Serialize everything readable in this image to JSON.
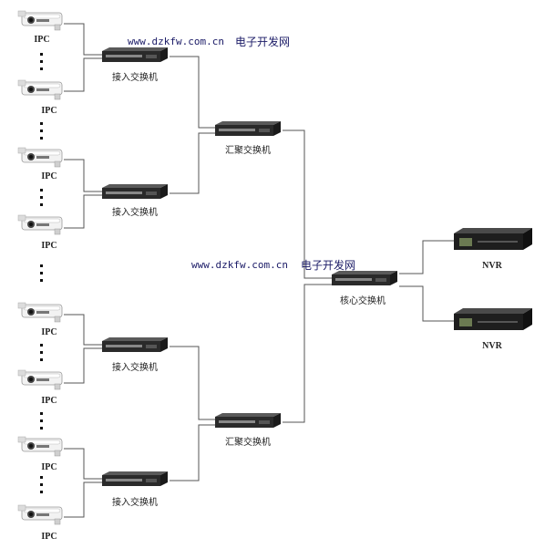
{
  "watermarks": [
    {
      "url": "www.dzkfw.com.cn",
      "text": "电子开发网"
    },
    {
      "url": "www.dzkfw.com.cn",
      "text": "电子开发网"
    }
  ],
  "labels": {
    "ipc": "IPC",
    "access_switch": "接入交换机",
    "aggregation_switch": "汇聚交换机",
    "core_switch": "核心交换机",
    "nvr": "NVR"
  },
  "colors": {
    "device_dark": "#2a2a2a",
    "camera_body": "#e8e8e8",
    "wire": "#555555"
  }
}
